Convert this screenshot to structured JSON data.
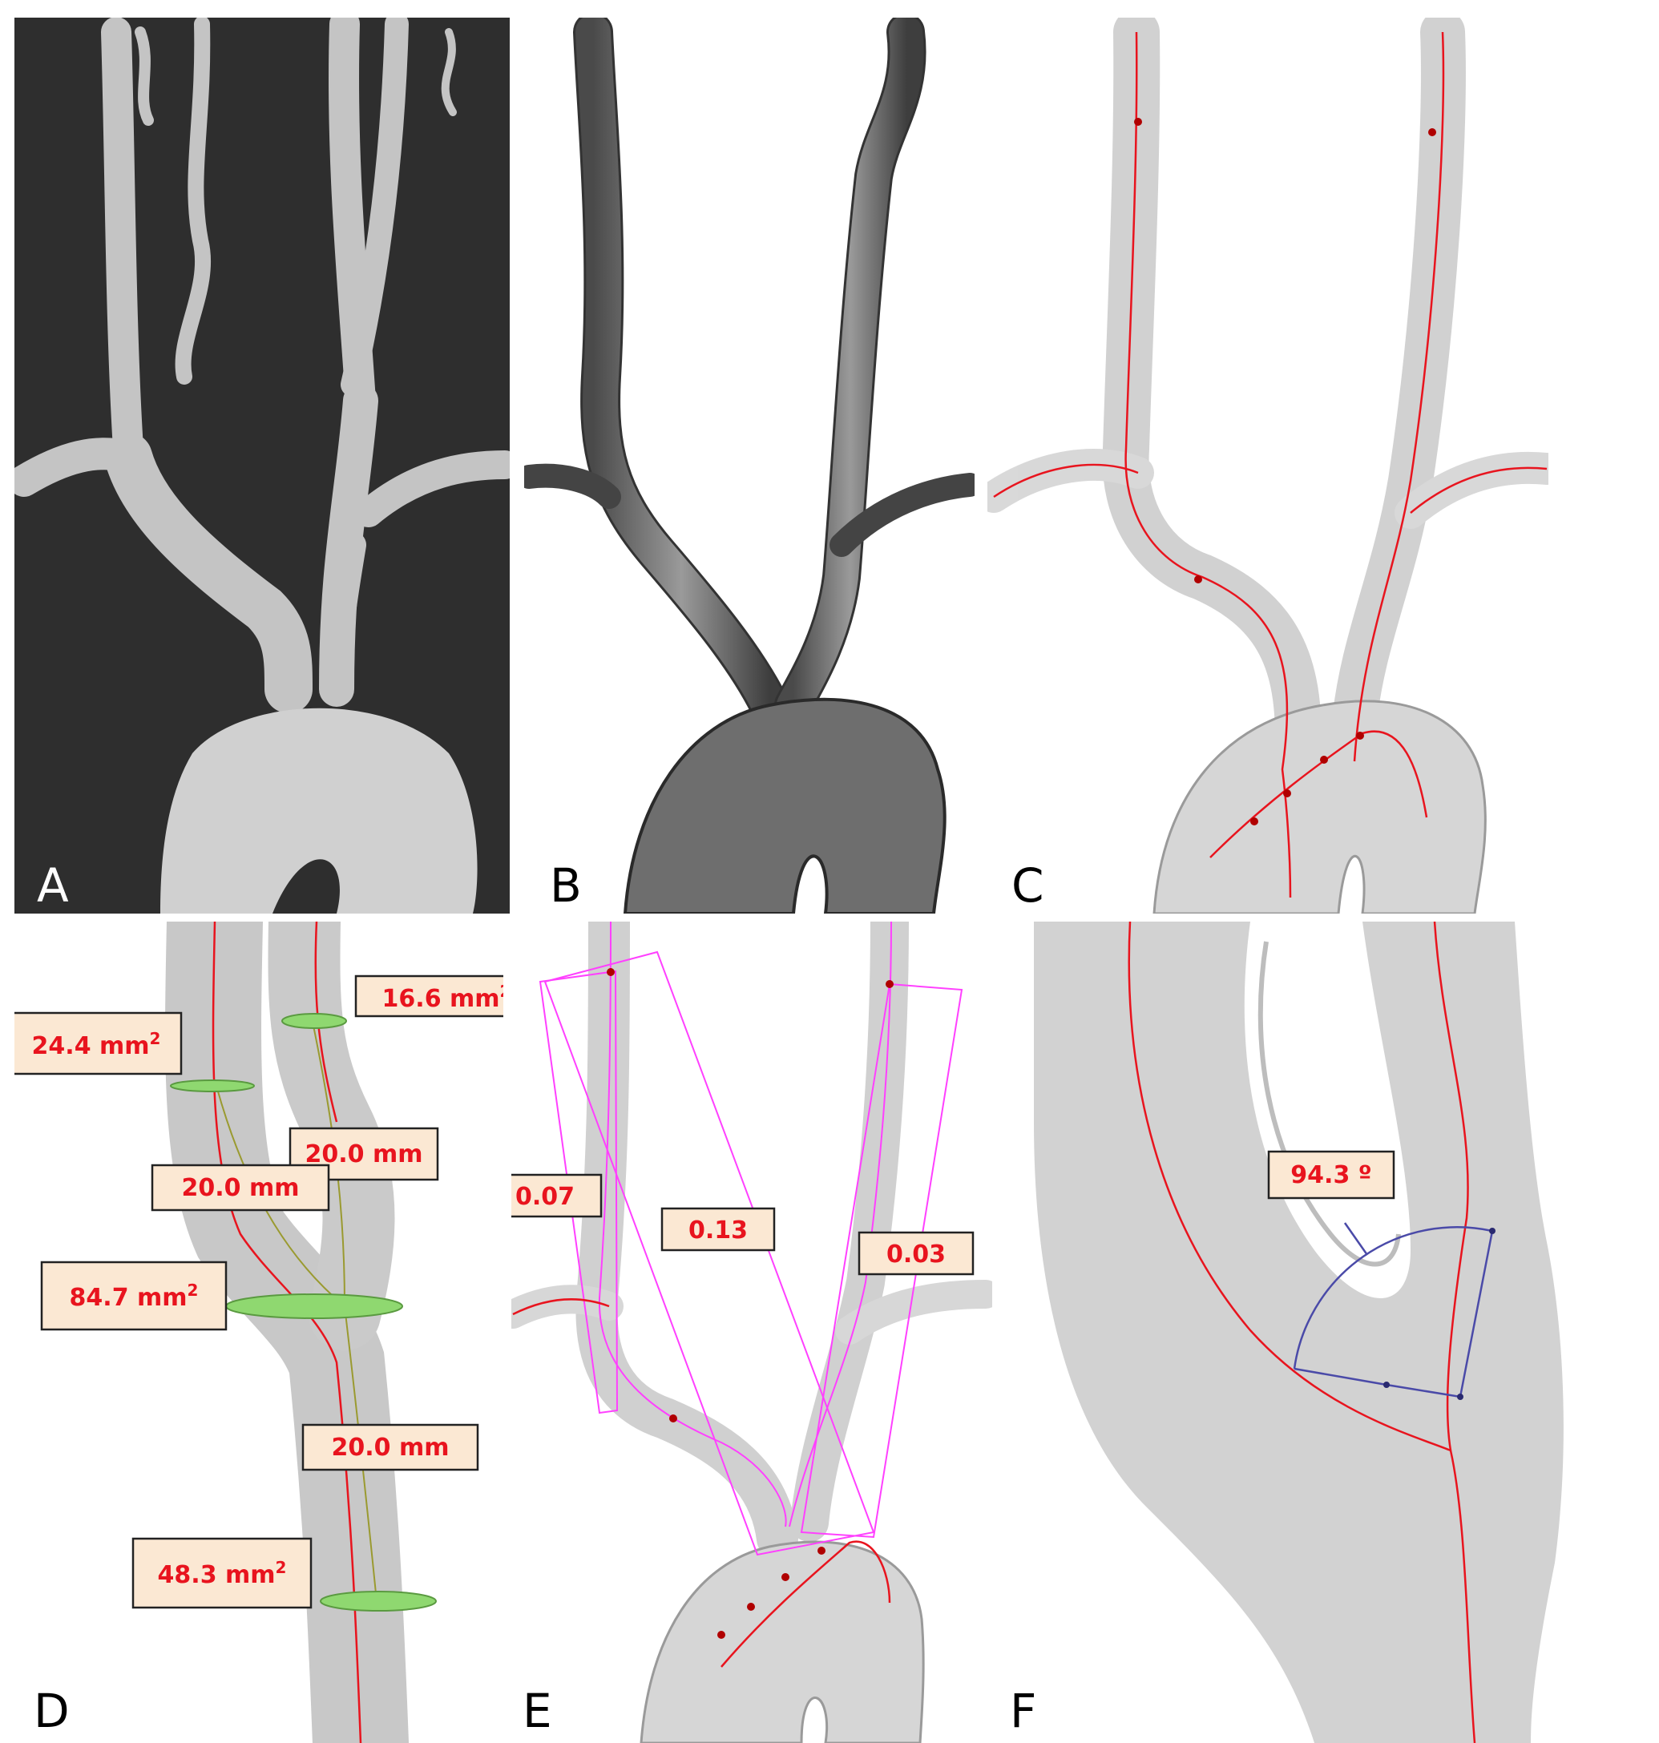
{
  "figure": {
    "panels": {
      "a": {
        "letter": "A"
      },
      "b": {
        "letter": "B"
      },
      "c": {
        "letter": "C"
      },
      "d": {
        "letter": "D",
        "labels": {
          "area_upper_left": "24.4 mm",
          "area_upper_right": "16.6 mm",
          "dist_left": "20.0 mm",
          "dist_right": "20.0 mm",
          "area_bifurcation": "84.7 mm",
          "dist_lower": "20.0 mm",
          "area_lower": "48.3 mm",
          "area_unit_superscript": "2"
        }
      },
      "e": {
        "letter": "E",
        "labels": {
          "left": "0.07",
          "middle": "0.13",
          "right": "0.03"
        }
      },
      "f": {
        "letter": "F",
        "labels": {
          "angle": "94.3 º"
        }
      }
    },
    "colors": {
      "centerline": "#e8141e",
      "label_fill": "#fbe8d3",
      "label_text": "#e8141e",
      "cross_section": "#8fd870",
      "measure_line": "#9a9a30",
      "box_outline": "#ff40ff",
      "angle_line": "#4a4aa8"
    }
  }
}
